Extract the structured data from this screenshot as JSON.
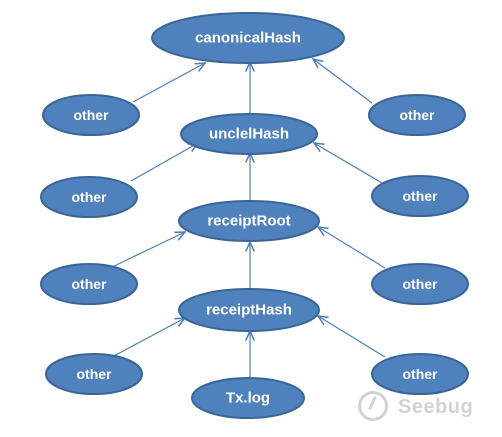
{
  "diagram": {
    "nodes": {
      "canonicalHash": "canonicalHash",
      "uncleHash": "unclelHash",
      "receiptRoot": "receiptRoot",
      "receiptHash": "receiptHash",
      "txlog": "Tx.log",
      "other1": "other",
      "other2": "other",
      "other3": "other",
      "other4": "other",
      "other5": "other",
      "other6": "other",
      "other7": "other",
      "other8": "other"
    },
    "colors": {
      "node_fill": "#4F81BD",
      "node_stroke": "#3A6597",
      "edge": "#4A7EBB",
      "label": "#ffffff"
    }
  },
  "watermark": {
    "text": "Seebug",
    "icon": "seebug-logo-icon"
  }
}
